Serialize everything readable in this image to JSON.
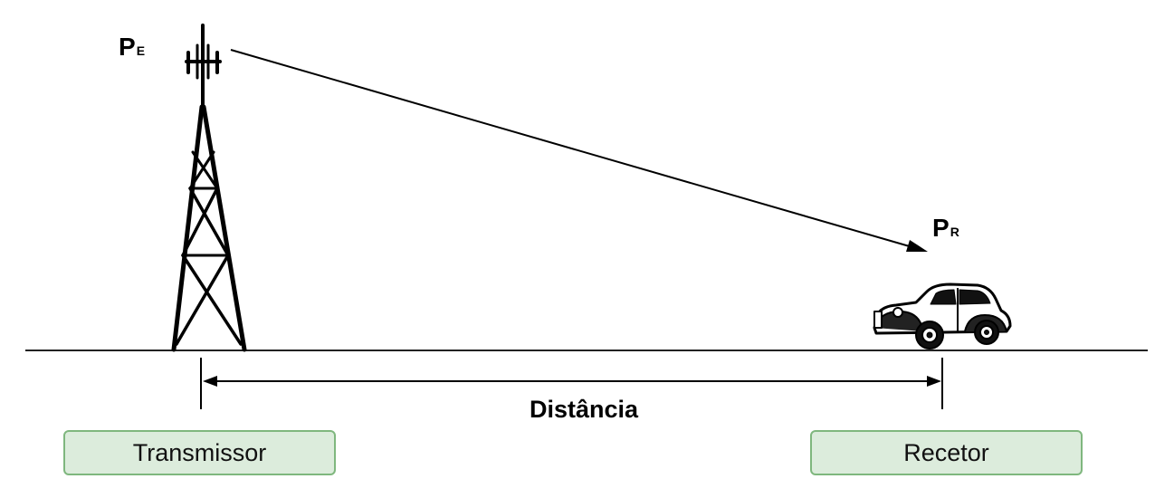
{
  "labels": {
    "transmitted_power": {
      "main": "P",
      "sub": "E"
    },
    "received_power": {
      "main": "P",
      "sub": "R"
    },
    "distance": "Distância"
  },
  "nodes": {
    "transmitter": "Transmissor",
    "receiver": "Recetor"
  },
  "colors": {
    "box_fill": "#dcecdc",
    "box_border": "#7fb77e",
    "line": "#000000"
  }
}
